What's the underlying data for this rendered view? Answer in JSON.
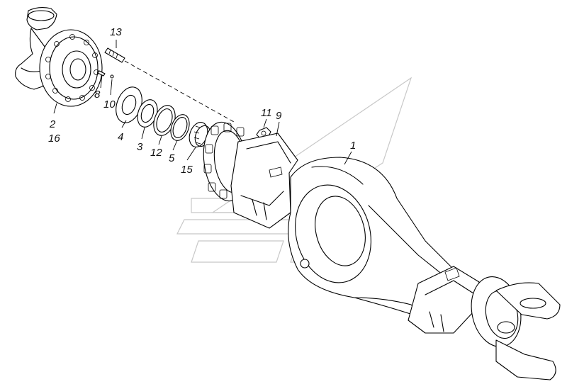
{
  "diagram": {
    "callouts": [
      {
        "id": "c13",
        "text": "13"
      },
      {
        "id": "c8",
        "text": "8"
      },
      {
        "id": "c10",
        "text": "10"
      },
      {
        "id": "c2",
        "text": "2"
      },
      {
        "id": "c16",
        "text": "16"
      },
      {
        "id": "c4",
        "text": "4"
      },
      {
        "id": "c3",
        "text": "3"
      },
      {
        "id": "c12",
        "text": "12"
      },
      {
        "id": "c5",
        "text": "5"
      },
      {
        "id": "c15",
        "text": "15"
      },
      {
        "id": "c11",
        "text": "11"
      },
      {
        "id": "c9",
        "text": "9"
      },
      {
        "id": "c1",
        "text": "1"
      }
    ],
    "colors": {
      "line": "#000000",
      "background": "#ffffff",
      "watermark": "#c8c8c8"
    }
  }
}
